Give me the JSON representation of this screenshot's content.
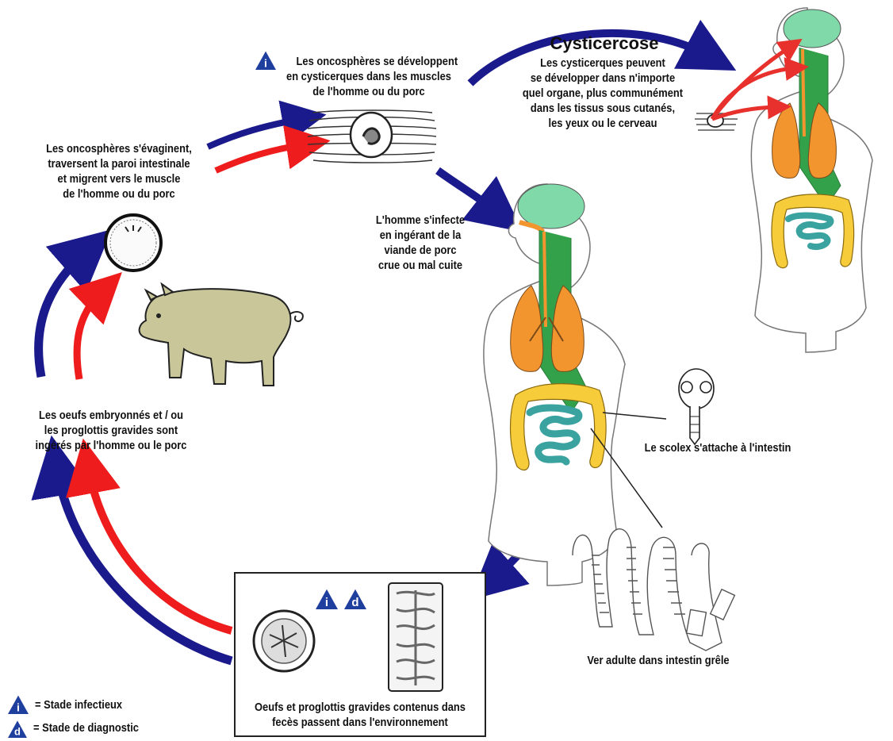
{
  "title": "Cysticercose",
  "cysticercose_text": [
    "Les cysticerques peuvent",
    "se  développer  dans n'importe",
    "quel organe, plus communément",
    "dans les tissus sous cutanés,",
    "les yeux ou le cerveau"
  ],
  "stage_muscle": [
    "Les oncosphères se développent",
    "en cysticerques dans les muscles",
    "de l'homme ou du porc"
  ],
  "stage_oncospheres": [
    "Les oncosphères s'évaginent,",
    "traversent la paroi intestinale",
    "et migrent vers le muscle",
    "de l'homme ou du porc"
  ],
  "stage_human_infection": [
    "L'homme s'infecte",
    "en ingérant de la",
    "viande de porc",
    "crue ou mal cuite"
  ],
  "stage_eggs_ingested": [
    "Les oeufs embryonnés et / ou",
    "les proglottis gravides  sont",
    "ingérés  par l'homme ou le porc"
  ],
  "stage_scolex": "Le scolex s'attache à l'intestin",
  "stage_adult": "Ver adulte dans intestin grêle",
  "stage_environment": [
    "Oeufs et proglottis gravides contenus  dans",
    "fecès passent dans l'environnement"
  ],
  "badge_infective_letter": "i",
  "badge_diagnostic_letter": "d",
  "legend": {
    "infective": "= Stade infectieux",
    "diagnostic": "=  Stade de diagnostic"
  },
  "colors": {
    "human_cycle_arrow": "#1a1a8c",
    "pig_cycle_arrow": "#ee1c1c",
    "badge": "#1f3f9f",
    "brain": "#7fd9a8",
    "lungs": "#f2952f",
    "digestive": "#33a04a",
    "colon": "#f7cc3a",
    "small_intestine": "#3aa3a0",
    "pig": "#c9c79a"
  }
}
